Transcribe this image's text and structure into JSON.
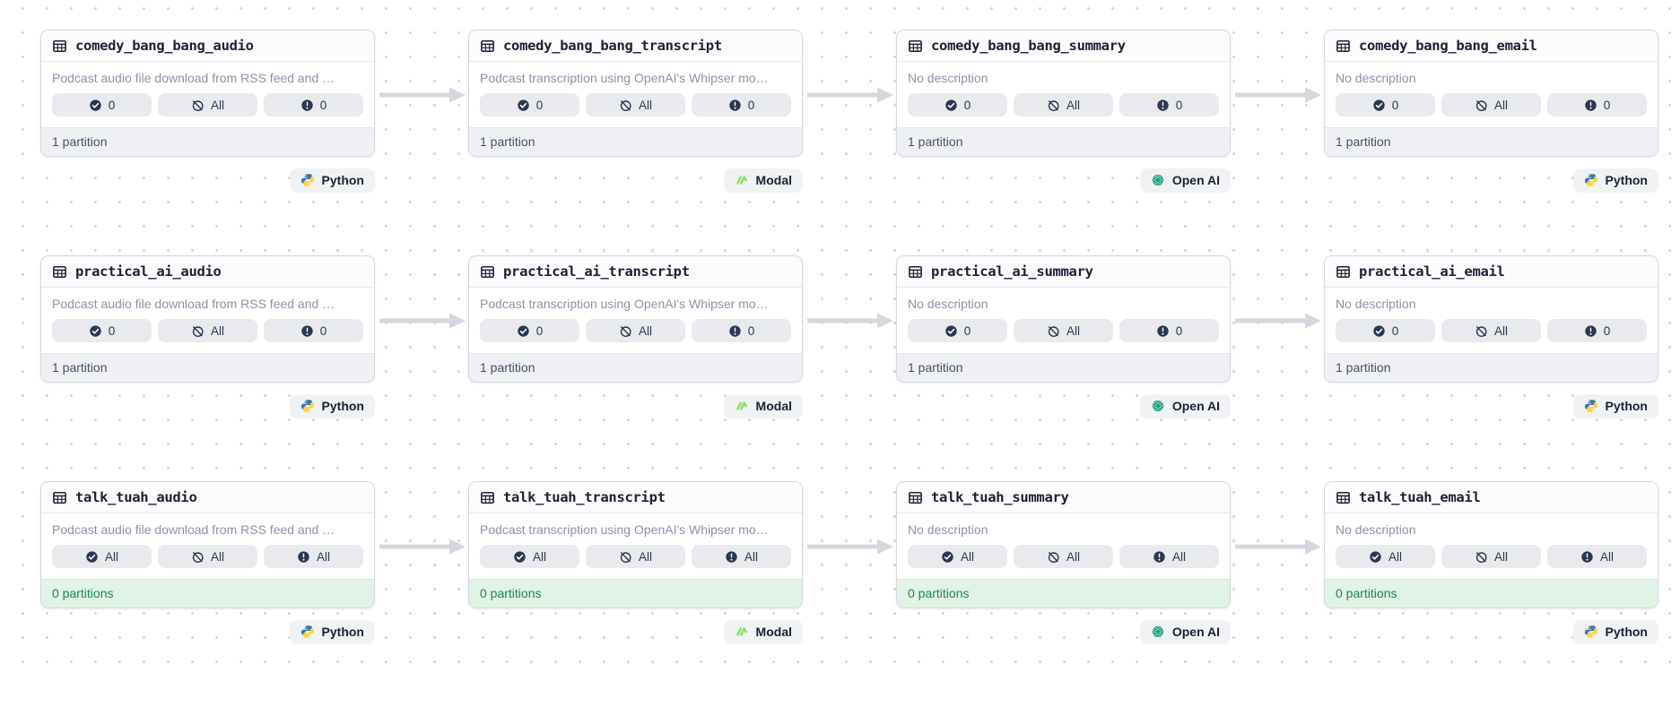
{
  "canvas": {
    "background": "dot-grid",
    "dot_color": "#CFD2DA"
  },
  "colors": {
    "card_border": "#D4D7DE",
    "pill_bg": "#E9EAEE",
    "pill_fg": "#2A3850",
    "footer_neutral_bg": "#EFF0F3",
    "footer_success_bg": "#E1F2E6",
    "footer_success_fg": "#1E8750",
    "arrow": "#D4D7DE",
    "python_blue": "#3B77A8",
    "python_yellow": "#FFD43B",
    "modal_green": "#84E560",
    "openai_green": "#129B81"
  },
  "rows": [
    {
      "assets": [
        {
          "title": "comedy_bang_bang_audio",
          "description": "Podcast audio file download from RSS feed and …",
          "pills": [
            {
              "icon": "check-circle",
              "label": "0"
            },
            {
              "icon": "ban-circle",
              "label": "All"
            },
            {
              "icon": "alert-circle",
              "label": "0"
            }
          ],
          "partitions": "1 partition",
          "partitions_state": "neutral",
          "tag": {
            "icon": "python",
            "label": "Python"
          }
        },
        {
          "title": "comedy_bang_bang_transcript",
          "description": "Podcast transcription using OpenAI's Whipser mo…",
          "pills": [
            {
              "icon": "check-circle",
              "label": "0"
            },
            {
              "icon": "ban-circle",
              "label": "All"
            },
            {
              "icon": "alert-circle",
              "label": "0"
            }
          ],
          "partitions": "1 partition",
          "partitions_state": "neutral",
          "tag": {
            "icon": "modal",
            "label": "Modal"
          }
        },
        {
          "title": "comedy_bang_bang_summary",
          "description": "No description",
          "pills": [
            {
              "icon": "check-circle",
              "label": "0"
            },
            {
              "icon": "ban-circle",
              "label": "All"
            },
            {
              "icon": "alert-circle",
              "label": "0"
            }
          ],
          "partitions": "1 partition",
          "partitions_state": "neutral",
          "tag": {
            "icon": "openai",
            "label": "Open AI"
          }
        },
        {
          "title": "comedy_bang_bang_email",
          "description": "No description",
          "pills": [
            {
              "icon": "check-circle",
              "label": "0"
            },
            {
              "icon": "ban-circle",
              "label": "All"
            },
            {
              "icon": "alert-circle",
              "label": "0"
            }
          ],
          "partitions": "1 partition",
          "partitions_state": "neutral",
          "tag": {
            "icon": "python",
            "label": "Python"
          }
        }
      ]
    },
    {
      "assets": [
        {
          "title": "practical_ai_audio",
          "description": "Podcast audio file download from RSS feed and …",
          "pills": [
            {
              "icon": "check-circle",
              "label": "0"
            },
            {
              "icon": "ban-circle",
              "label": "All"
            },
            {
              "icon": "alert-circle",
              "label": "0"
            }
          ],
          "partitions": "1 partition",
          "partitions_state": "neutral",
          "tag": {
            "icon": "python",
            "label": "Python"
          }
        },
        {
          "title": "practical_ai_transcript",
          "description": "Podcast transcription using OpenAI's Whipser mo…",
          "pills": [
            {
              "icon": "check-circle",
              "label": "0"
            },
            {
              "icon": "ban-circle",
              "label": "All"
            },
            {
              "icon": "alert-circle",
              "label": "0"
            }
          ],
          "partitions": "1 partition",
          "partitions_state": "neutral",
          "tag": {
            "icon": "modal",
            "label": "Modal"
          }
        },
        {
          "title": "practical_ai_summary",
          "description": "No description",
          "pills": [
            {
              "icon": "check-circle",
              "label": "0"
            },
            {
              "icon": "ban-circle",
              "label": "All"
            },
            {
              "icon": "alert-circle",
              "label": "0"
            }
          ],
          "partitions": "1 partition",
          "partitions_state": "neutral",
          "tag": {
            "icon": "openai",
            "label": "Open AI"
          }
        },
        {
          "title": "practical_ai_email",
          "description": "No description",
          "pills": [
            {
              "icon": "check-circle",
              "label": "0"
            },
            {
              "icon": "ban-circle",
              "label": "All"
            },
            {
              "icon": "alert-circle",
              "label": "0"
            }
          ],
          "partitions": "1 partition",
          "partitions_state": "neutral",
          "tag": {
            "icon": "python",
            "label": "Python"
          }
        }
      ]
    },
    {
      "assets": [
        {
          "title": "talk_tuah_audio",
          "description": "Podcast audio file download from RSS feed and …",
          "pills": [
            {
              "icon": "check-circle",
              "label": "All"
            },
            {
              "icon": "ban-circle",
              "label": "All"
            },
            {
              "icon": "alert-circle",
              "label": "All"
            }
          ],
          "partitions": "0 partitions",
          "partitions_state": "success",
          "tag": {
            "icon": "python",
            "label": "Python"
          }
        },
        {
          "title": "talk_tuah_transcript",
          "description": "Podcast transcription using OpenAI's Whipser mo…",
          "pills": [
            {
              "icon": "check-circle",
              "label": "All"
            },
            {
              "icon": "ban-circle",
              "label": "All"
            },
            {
              "icon": "alert-circle",
              "label": "All"
            }
          ],
          "partitions": "0 partitions",
          "partitions_state": "success",
          "tag": {
            "icon": "modal",
            "label": "Modal"
          }
        },
        {
          "title": "talk_tuah_summary",
          "description": "No description",
          "pills": [
            {
              "icon": "check-circle",
              "label": "All"
            },
            {
              "icon": "ban-circle",
              "label": "All"
            },
            {
              "icon": "alert-circle",
              "label": "All"
            }
          ],
          "partitions": "0 partitions",
          "partitions_state": "success",
          "tag": {
            "icon": "openai",
            "label": "Open AI"
          }
        },
        {
          "title": "talk_tuah_email",
          "description": "No description",
          "pills": [
            {
              "icon": "check-circle",
              "label": "All"
            },
            {
              "icon": "ban-circle",
              "label": "All"
            },
            {
              "icon": "alert-circle",
              "label": "All"
            }
          ],
          "partitions": "0 partitions",
          "partitions_state": "success",
          "tag": {
            "icon": "python",
            "label": "Python"
          }
        }
      ]
    }
  ]
}
